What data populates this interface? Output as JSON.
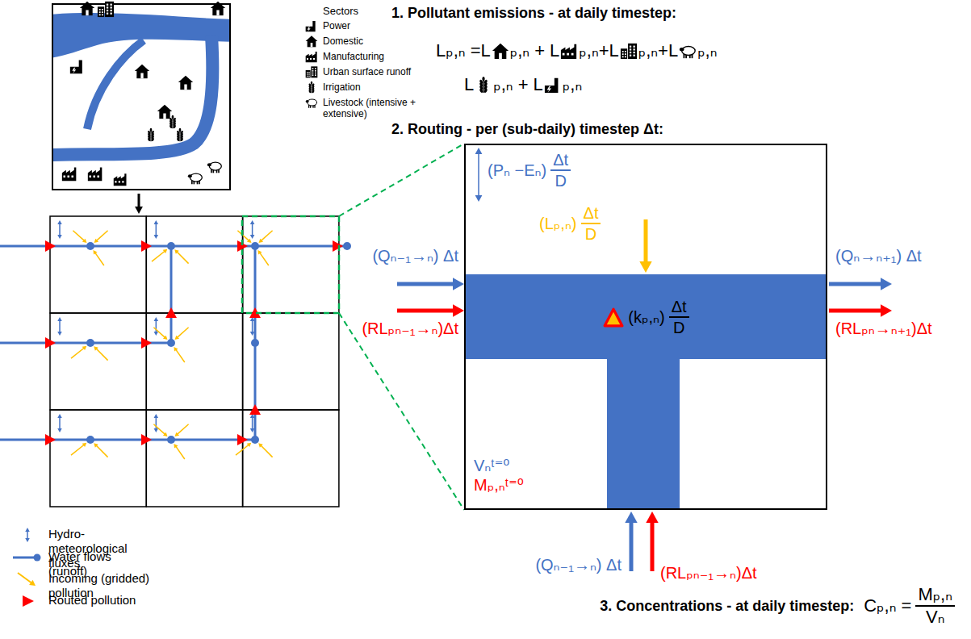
{
  "diagram": {
    "nodes": [
      {
        "text": [
          "Vₙᵗ⁼⁰",
          "Mₚ,ₙᵗ⁼⁰"
        ]
      },
      {
        "text": [
          "(kₚ,ₙ)",
          "Δt",
          "D"
        ],
        "in": 0
      }
    ],
    "labels": [
      "Sectors",
      "1. Pollutant emissions - at daily timestep:",
      "Lₚ,ₙ =L",
      "ₚ,ₙ + L",
      "ₚ,ₙ+L",
      "ₚ,ₙ+L",
      "ₚ,ₙ",
      "L",
      "ₚ,ₙ + L",
      "ₚ,ₙ",
      "2. Routing - per (sub-daily) timestep Δt:",
      "(Pₙ −Eₙ)",
      "Δt",
      "D",
      "(Lₚ,ₙ)",
      "Δt",
      "D",
      "(Qₙ₋₁→ₙ) Δt",
      "(RLₚₙ₋₁→ₙ)Δt",
      "(Qₙ→ₙ₊₁) Δt",
      "(RLₚₙ→ₙ₊₁)Δt",
      "(Qₙ₋₁→ₙ) Δt",
      "(RLₚₙ₋₁→ₙ)Δt",
      "3. Concentrations - at daily timestep:",
      "Cₚ,ₙ =",
      "Mₚ,ₙ",
      "Vₙ"
    ],
    "legend": [
      {
        "text": "Power"
      },
      {
        "text": "Domestic"
      },
      {
        "text": "Manufacturing"
      },
      {
        "text": "Urban surface runoff"
      },
      {
        "text": "Irrigation"
      },
      {
        "text": "Livestock (intensive + extensive)"
      },
      {
        "text": "Hydro-meteorological fluxes"
      },
      {
        "text": "Water flows (runoff)"
      },
      {
        "text": "Incoming (gridded) pollution"
      },
      {
        "text": "Routed pollution"
      }
    ]
  }
}
